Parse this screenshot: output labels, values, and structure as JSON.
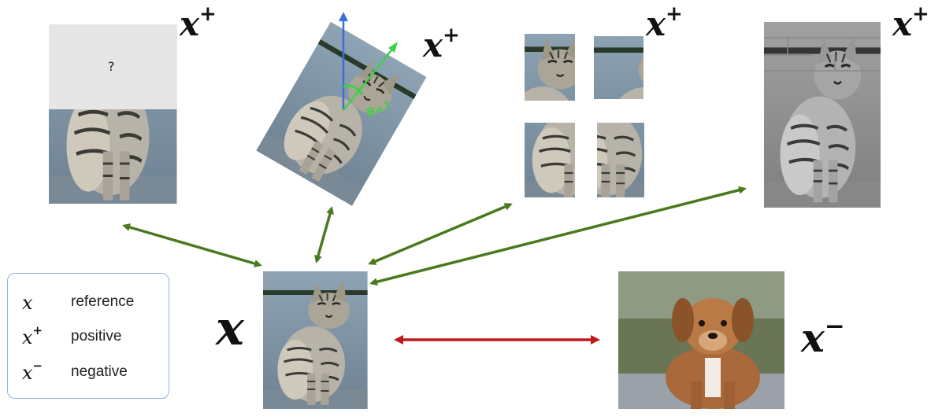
{
  "labels": {
    "x_sym": "x",
    "plus": "+",
    "minus": "−",
    "unknown_mark": "?",
    "angle_mark": "θ=?"
  },
  "legend": {
    "rows": [
      {
        "symbol": "x",
        "sup": "",
        "label": "reference"
      },
      {
        "symbol": "x",
        "sup": "+",
        "label": "positive"
      },
      {
        "symbol": "x",
        "sup": "−",
        "label": "negative"
      }
    ]
  },
  "colors": {
    "positive_arrow": "#4a7a1e",
    "negative_arrow": "#c0191b",
    "legend_border": "#8fb3e8"
  },
  "icons": {
    "cat": "cat-photo",
    "dog": "dog-photo"
  }
}
